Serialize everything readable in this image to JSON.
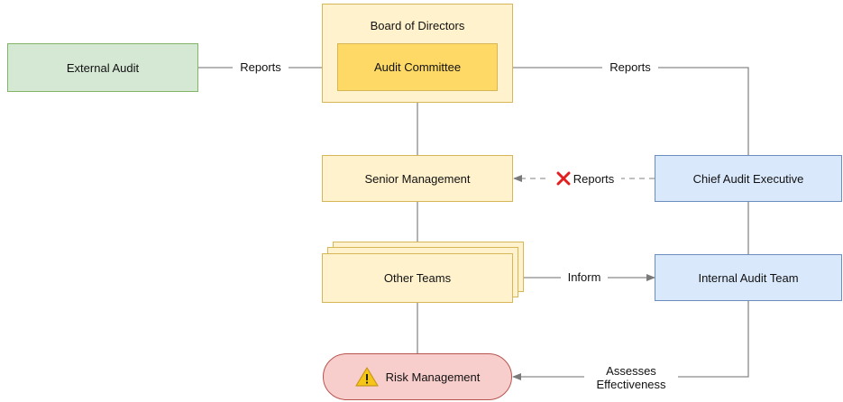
{
  "nodes": {
    "board": "Board of Directors",
    "audit_committee": "Audit Committee",
    "external_audit": "External Audit",
    "senior_management": "Senior Management",
    "chief_audit_executive": "Chief Audit Executive",
    "other_teams": "Other Teams",
    "internal_audit_team": "Internal Audit Team",
    "risk_management": "Risk Management"
  },
  "edges": {
    "external_reports": "Reports",
    "cae_reports": "Reports",
    "senior_reports": "Reports",
    "inform": "Inform",
    "assesses_1": "Assesses",
    "assesses_2": "Effectiveness"
  },
  "icons": {
    "cross": "red-cross-mark",
    "warning": "warning-triangle"
  }
}
